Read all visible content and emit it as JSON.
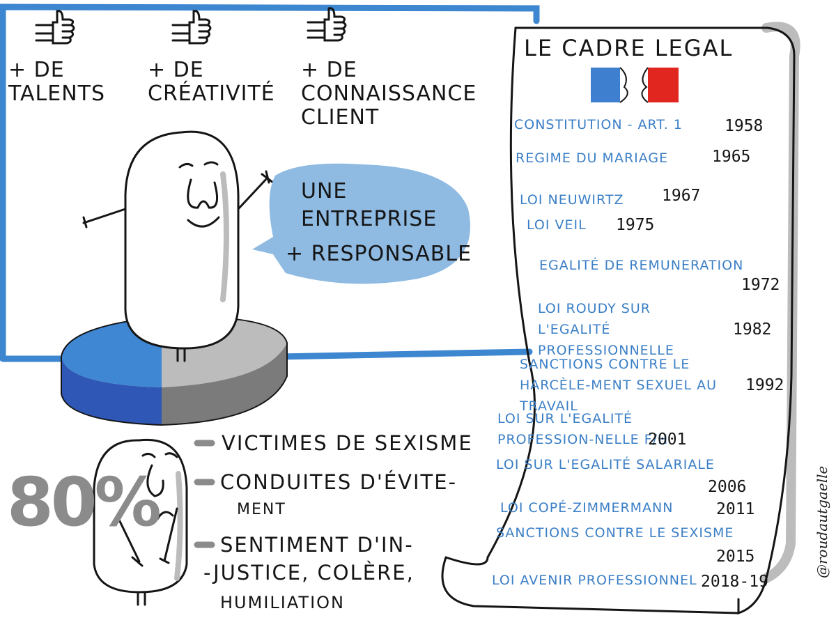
{
  "benefits": [
    {
      "label": "+ DE TALENTS",
      "icon": "thumbs-up-icon"
    },
    {
      "label": "+ DE CRÉATIVITÉ",
      "icon": "thumbs-up-icon"
    },
    {
      "label": "+ DE CONNAISSANCE CLIENT",
      "icon": "thumbs-up-icon"
    }
  ],
  "bubble": {
    "line1": "UNE",
    "line2": "ENTREPRISE",
    "line3": "+ RESPONSABLE"
  },
  "stat": {
    "value": "80%",
    "items": [
      {
        "text": "VICTIMES DE SEXISME"
      },
      {
        "text": "CONDUITES D'ÉVITE-",
        "text2": "MENT"
      },
      {
        "text": "SENTIMENT D'IN-",
        "text2": "-JUSTICE, COLÈRE,",
        "text3": "HUMILIATION"
      }
    ]
  },
  "scroll": {
    "title": "LE CADRE LEGAL",
    "laws": [
      {
        "name": "CONSTITUTION - ART. 1",
        "year": "1958"
      },
      {
        "name": "REGIME DU MARIAGE",
        "year": "1965"
      },
      {
        "name": "LOI NEUWIRTZ",
        "year": "1967"
      },
      {
        "name": "LOI VEIL",
        "year": "1975"
      },
      {
        "name": "EGALITÉ DE REMUNERATION",
        "year": "1972"
      },
      {
        "name": "LOI ROUDY SUR L'EGALITÉ PROFESSIONNELLE",
        "year": "1982"
      },
      {
        "name": "SANCTIONS CONTRE LE HARCÈLE-MENT SEXUEL AU TRAVAIL",
        "year": "1992"
      },
      {
        "name": "LOI SUR L'EGALITÉ PROFESSION-NELLE F/H",
        "year": "2001"
      },
      {
        "name": "LOI SUR L'EGALITÉ SALARIALE",
        "year": "2006"
      },
      {
        "name": "LOI COPÉ-ZIMMERMANN",
        "year": "2011"
      },
      {
        "name": "SANCTIONS CONTRE LE SEXISME",
        "year": "2015"
      },
      {
        "name": "LOI AVENIR PROFESSIONNEL",
        "year": "2018-19"
      }
    ]
  },
  "credit": "@roudautgaelle",
  "colors": {
    "frame_blue": "#3d86d0",
    "bubble_blue": "#8fbbe3",
    "law_blue": "#3b7fc6",
    "pie_blue": "#3f87d3",
    "pie_blue_dark": "#2f57b5",
    "pie_grey": "#bcbcbc",
    "pie_grey_dark": "#7b7b7b",
    "stat_grey": "#8b8b8b",
    "flag_blue": "#3e7fcf",
    "flag_red": "#e0261f"
  }
}
